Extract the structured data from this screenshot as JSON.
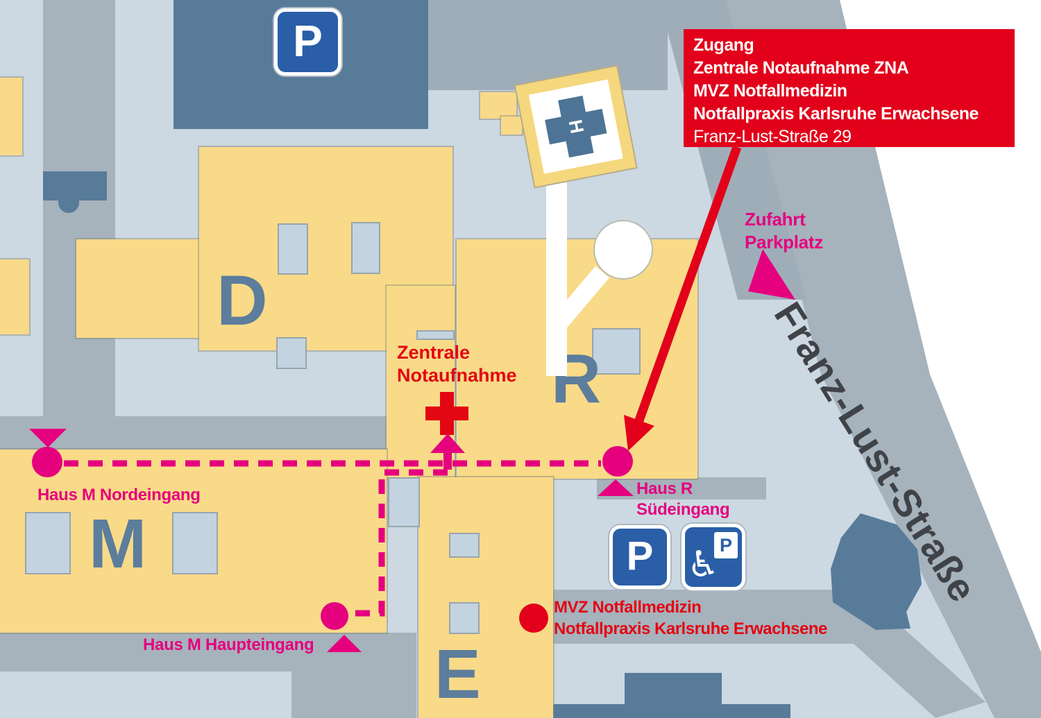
{
  "colors": {
    "red": "#e2001a",
    "pink": "#e5007e",
    "sign_blue": "#2a5fa8",
    "building_yellow": "#f8da88",
    "building_dark": "#587b9a",
    "road_gray": "#a6b2bc",
    "background": "#ccd8e2",
    "street_text": "#3f4347",
    "letter_blue": "#5c7d9c",
    "white": "#ffffff"
  },
  "street": {
    "name": "Franz-Lust-Straße"
  },
  "access_box": {
    "line1": "Zugang",
    "line2": "Zentrale Notaufnahme ZNA",
    "line3": "MVZ Notfallmedizin",
    "line4": "Notfallpraxis Karlsruhe Erwachsene",
    "line5": "Franz-Lust-Straße 29"
  },
  "buildings": {
    "d": "D",
    "r": "R",
    "m": "M",
    "e": "E"
  },
  "labels": {
    "zentrale1": "Zentrale",
    "zentrale2": "Notaufnahme",
    "nordeingang": "Haus M Nordeingang",
    "haupteingang": "Haus M Haupteingang",
    "sued1": "Haus R",
    "sued2": "Südeingang",
    "zufahrt1": "Zufahrt",
    "zufahrt2": "Parkplatz",
    "mvz1": "MVZ Notfallmedizin",
    "mvz2": "Notfallpraxis Karlsruhe Erwachsene"
  },
  "signs": {
    "parking": "P",
    "wheelchair": "♿",
    "hospital_cross_h": "H"
  }
}
